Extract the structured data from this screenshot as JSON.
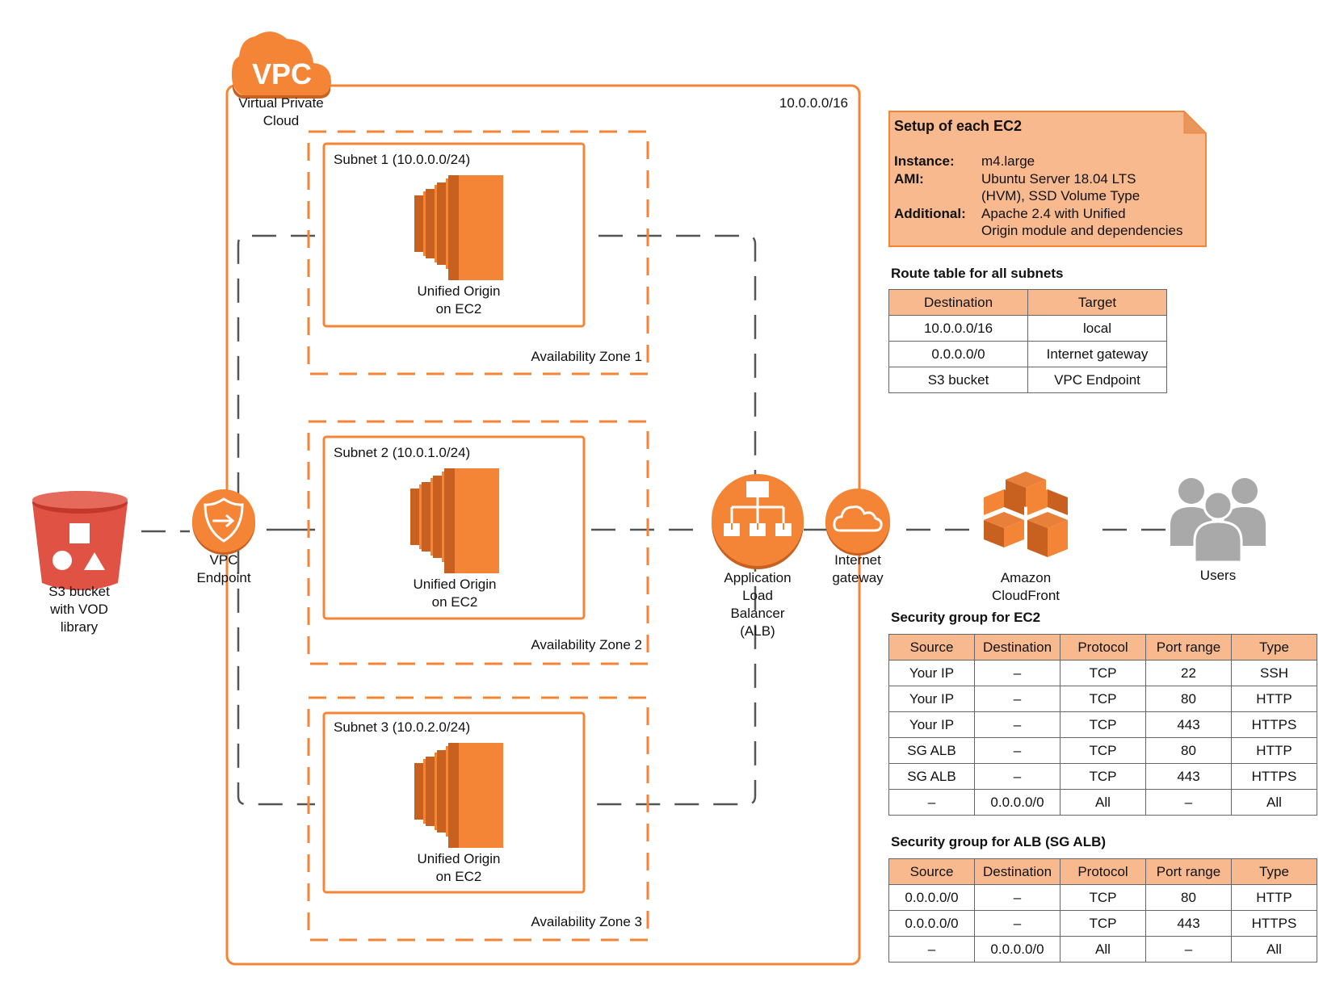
{
  "vpc": {
    "badge": "VPC",
    "name_line1": "Virtual Private",
    "name_line2": "Cloud",
    "cidr": "10.0.0.0/16"
  },
  "zones": [
    {
      "label": "Availability Zone 1",
      "subnet": "Subnet 1 (10.0.0.0/24)",
      "instance_line1": "Unified Origin",
      "instance_line2": "on EC2"
    },
    {
      "label": "Availability Zone 2",
      "subnet": "Subnet 2 (10.0.1.0/24)",
      "instance_line1": "Unified Origin",
      "instance_line2": "on EC2"
    },
    {
      "label": "Availability Zone 3",
      "subnet": "Subnet 3 (10.0.2.0/24)",
      "instance_line1": "Unified Origin",
      "instance_line2": "on EC2"
    }
  ],
  "nodes": {
    "s3": {
      "line1": "S3 bucket",
      "line2": "with VOD",
      "line3": "library"
    },
    "vpc_endpoint": {
      "line1": "VPC",
      "line2": "Endpoint"
    },
    "alb": {
      "line1": "Application",
      "line2": "Load",
      "line3": "Balancer",
      "line4": "(ALB)"
    },
    "igw": {
      "line1": "Internet",
      "line2": "gateway"
    },
    "cloudfront": {
      "line1": "Amazon",
      "line2": "CloudFront"
    },
    "users": {
      "line1": "Users"
    }
  },
  "ec2_setup": {
    "title": "Setup of each EC2",
    "rows": [
      {
        "key": "Instance:",
        "value": "m4.large"
      },
      {
        "key": "AMI:",
        "value": "Ubuntu Server 18.04 LTS"
      },
      {
        "key": "",
        "value": "(HVM), SSD Volume Type"
      },
      {
        "key": "Additional:",
        "value": "Apache 2.4 with Unified"
      },
      {
        "key": "",
        "value": "Origin module and dependencies"
      }
    ]
  },
  "route_table": {
    "title": "Route table for all subnets",
    "headers": [
      "Destination",
      "Target"
    ],
    "rows": [
      [
        "10.0.0.0/16",
        "local"
      ],
      [
        "0.0.0.0/0",
        "Internet gateway"
      ],
      [
        "S3 bucket",
        "VPC Endpoint"
      ]
    ]
  },
  "sg_ec2": {
    "title": "Security group for EC2",
    "headers": [
      "Source",
      "Destination",
      "Protocol",
      "Port range",
      "Type"
    ],
    "rows": [
      [
        "Your IP",
        "–",
        "TCP",
        "22",
        "SSH"
      ],
      [
        "Your IP",
        "–",
        "TCP",
        "80",
        "HTTP"
      ],
      [
        "Your IP",
        "–",
        "TCP",
        "443",
        "HTTPS"
      ],
      [
        "SG ALB",
        "–",
        "TCP",
        "80",
        "HTTP"
      ],
      [
        "SG ALB",
        "–",
        "TCP",
        "443",
        "HTTPS"
      ],
      [
        "–",
        "0.0.0.0/0",
        "All",
        "–",
        "All"
      ]
    ]
  },
  "sg_alb": {
    "title": "Security group for ALB (SG ALB)",
    "headers": [
      "Source",
      "Destination",
      "Protocol",
      "Port range",
      "Type"
    ],
    "rows": [
      [
        "0.0.0.0/0",
        "–",
        "TCP",
        "80",
        "HTTP"
      ],
      [
        "0.0.0.0/0",
        "–",
        "TCP",
        "443",
        "HTTPS"
      ],
      [
        "–",
        "0.0.0.0/0",
        "All",
        "–",
        "All"
      ]
    ]
  },
  "colors": {
    "aws_orange": "#f58536",
    "orange_dark": "#c8601f",
    "note_fill": "#f8b98f",
    "s3_red": "#e05243",
    "users_gray": "#a9a9a9",
    "connector_gray": "#555555"
  }
}
